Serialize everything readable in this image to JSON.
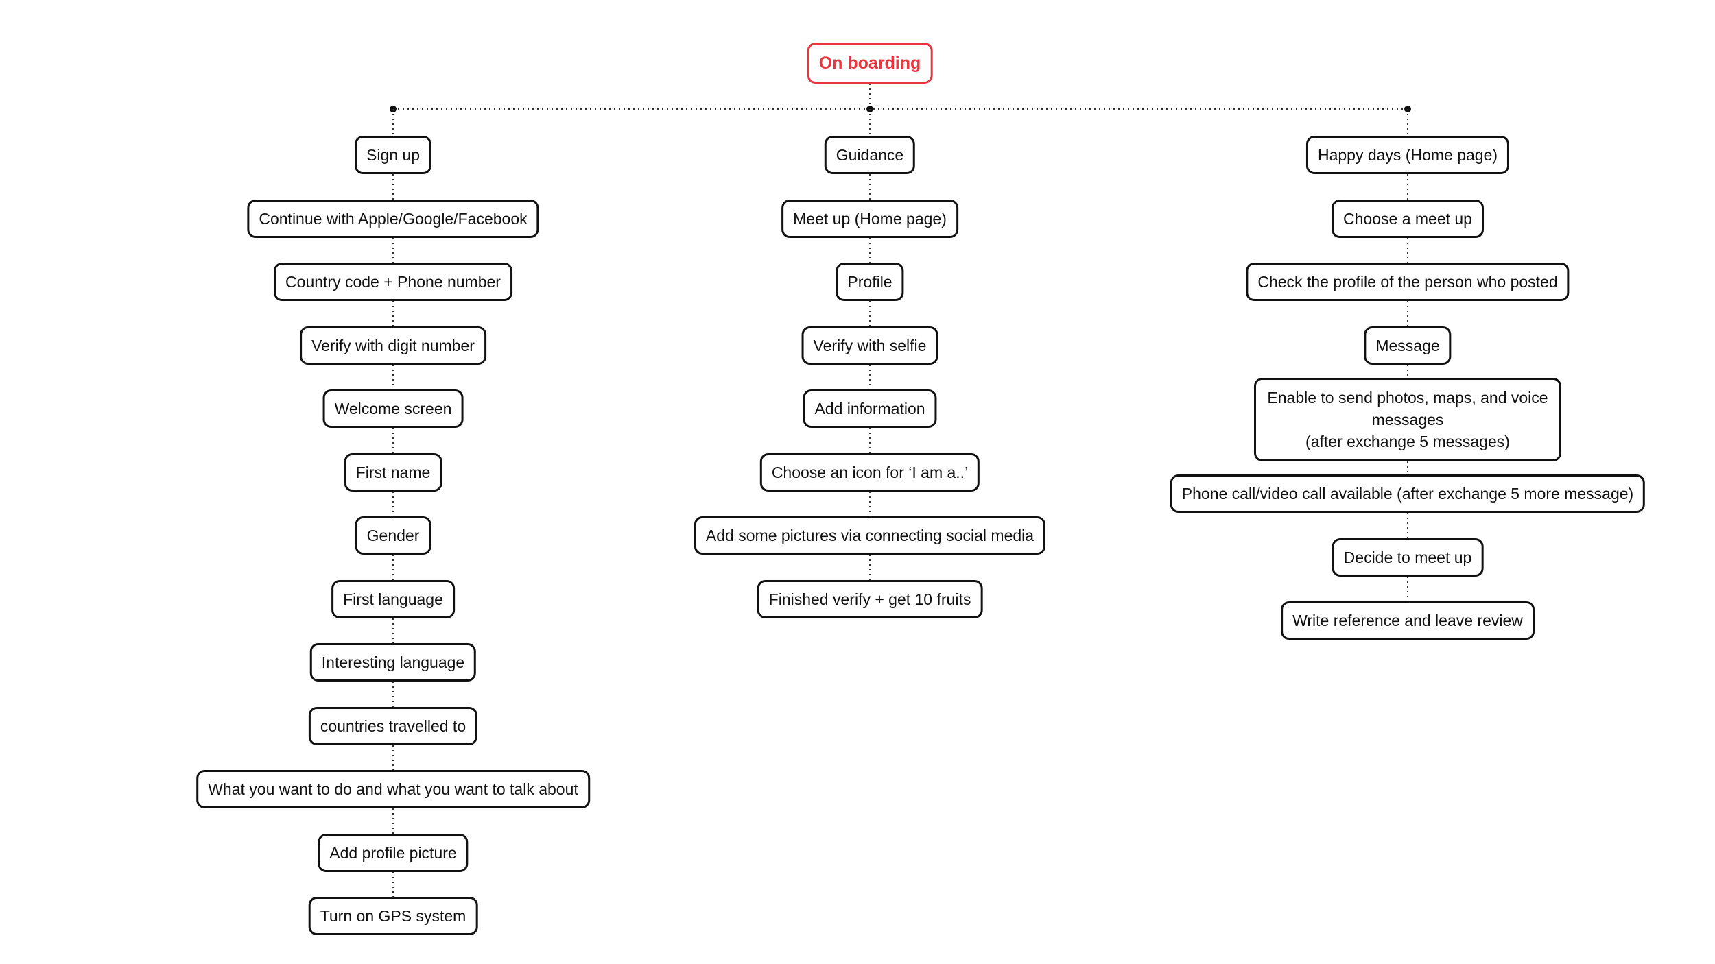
{
  "root": {
    "label": "On boarding",
    "color": "#e8353e"
  },
  "columns": [
    {
      "id": "signup",
      "items": [
        "Sign up",
        "Continue with Apple/Google/Facebook",
        "Country code + Phone number",
        "Verify with digit number",
        "Welcome screen",
        "First name",
        "Gender",
        "First language",
        "Interesting language",
        "countries travelled to",
        "What you want to do and what you want to talk about",
        "Add profile picture",
        "Turn on GPS system"
      ]
    },
    {
      "id": "guidance",
      "items": [
        "Guidance",
        "Meet up (Home page)",
        "Profile",
        "Verify with selfie",
        "Add information",
        "Choose an icon for ‘I am a..’",
        "Add some pictures via connecting social media",
        "Finished verify + get 10 fruits"
      ]
    },
    {
      "id": "happy-days",
      "items": [
        "Happy days (Home page)",
        "Choose a meet up",
        "Check the profile of the person who posted",
        "Message",
        "Enable to send photos, maps, and voice messages\n(after exchange 5 messages)",
        "Phone call/video call available (after exchange 5 more message)",
        "Decide to meet up",
        "Write reference and leave review"
      ]
    }
  ]
}
